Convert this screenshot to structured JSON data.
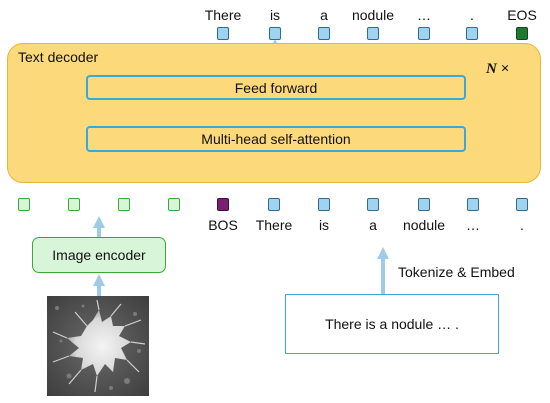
{
  "output_tokens": [
    "There",
    "is",
    "a",
    "nodule",
    "…",
    ".",
    "EOS"
  ],
  "decoder": {
    "title": "Text decoder",
    "repeat_label": "N ×",
    "feed_forward": "Feed forward",
    "self_attention": "Multi-head self-attention"
  },
  "input_tokens": [
    "BOS",
    "There",
    "is",
    "a",
    "nodule",
    "…",
    "."
  ],
  "image_encoder": "Image encoder",
  "tokenize_label": "Tokenize & Embed",
  "input_sentence": "There is a nodule … .",
  "colors": {
    "decoder_fill": "#fcd97a",
    "layer_border": "#3aa8d8",
    "text_token": "#9fd3ef",
    "image_token": "#d9f5d9",
    "bos_token": "#7a2070",
    "eos_token": "#1f7a2f",
    "arrow": "#9ecbe8"
  }
}
